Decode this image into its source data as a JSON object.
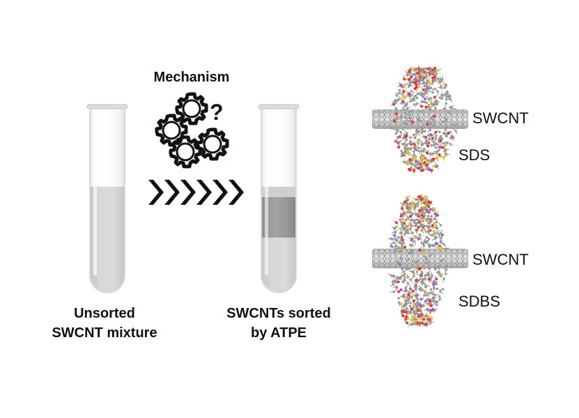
{
  "mechanism": {
    "title": "Mechanism",
    "question_mark": "?",
    "gear_icon": "gear-icon",
    "arrow_count": 6
  },
  "tube_left": {
    "caption_line1": "Unsorted",
    "caption_line2": "SWCNT mixture",
    "liquid_color": "#d3d3d3"
  },
  "tube_right": {
    "caption_line1": "SWCNTs sorted",
    "caption_line2": "by ATPE",
    "top_phase_color": "#d4d4d4",
    "middle_phase_color": "#9c9c9c",
    "bottom_phase_color": "#dcdcdc"
  },
  "molecule_top": {
    "tube_label": "SWCNT",
    "surfactant_label": "SDS"
  },
  "molecule_bottom": {
    "tube_label": "SWCNT",
    "surfactant_label": "SDBS"
  },
  "colors": {
    "atom_red": "#e23a2a",
    "atom_yellow": "#e8c23a",
    "atom_purple": "#a35ad6",
    "atom_gray": "#9a9a9a"
  }
}
